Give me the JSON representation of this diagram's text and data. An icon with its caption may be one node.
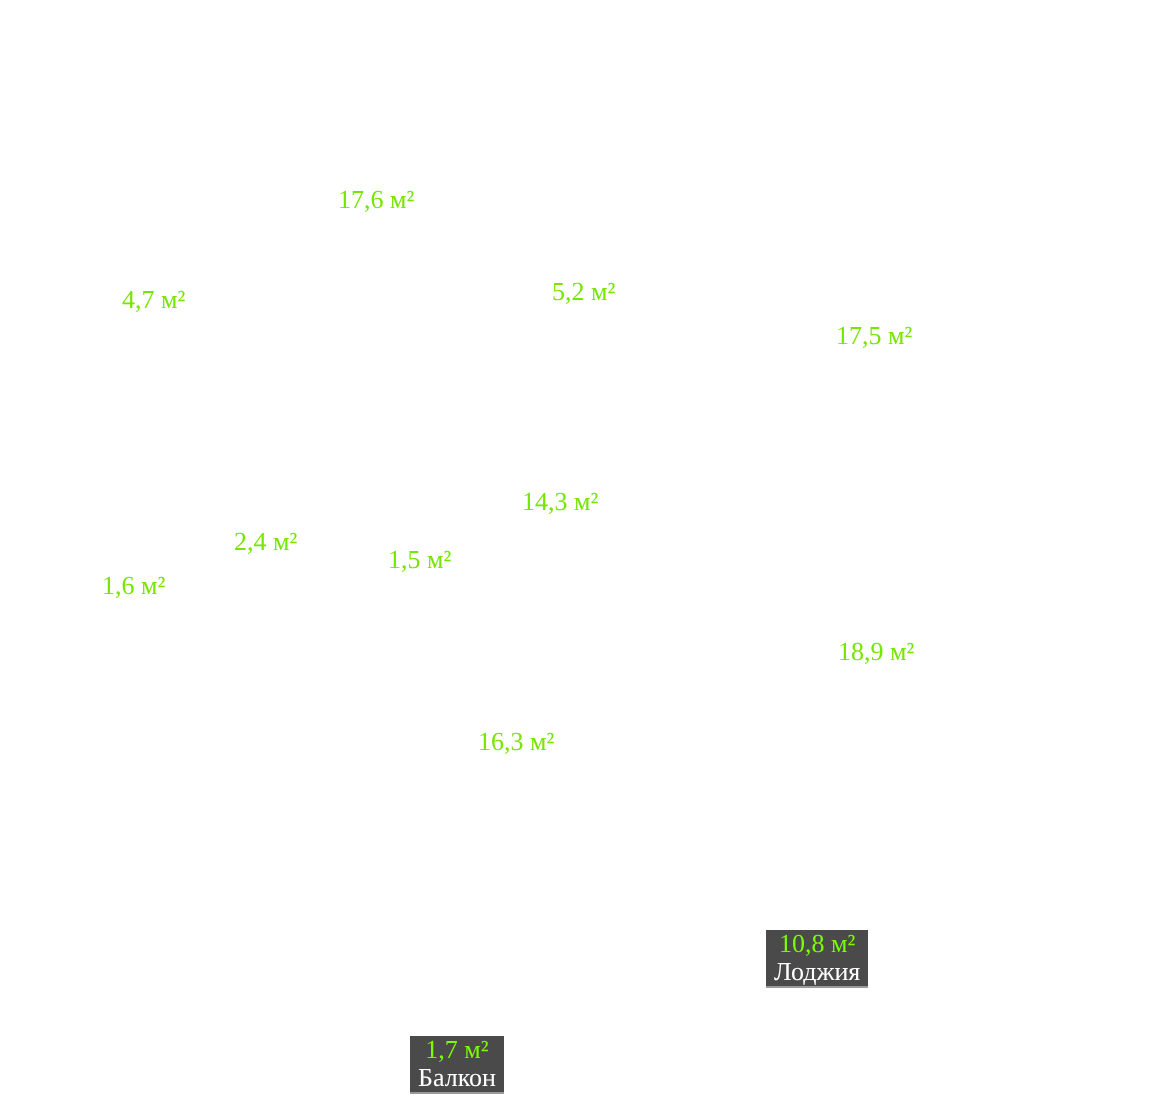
{
  "diagram": {
    "nodes": [
      {
        "text": [
          "10,8 м²",
          "Лоджия"
        ]
      },
      {
        "text": [
          "1,7 м²",
          "Балкон"
        ]
      }
    ],
    "labels": [
      "17,6 м²",
      "4,7 м²",
      "5,2 м²",
      "17,5 м²",
      "14,3 м²",
      "2,4 м²",
      "1,5 м²",
      "1,6 м²",
      "18,9 м²",
      "16,3 м²"
    ]
  }
}
